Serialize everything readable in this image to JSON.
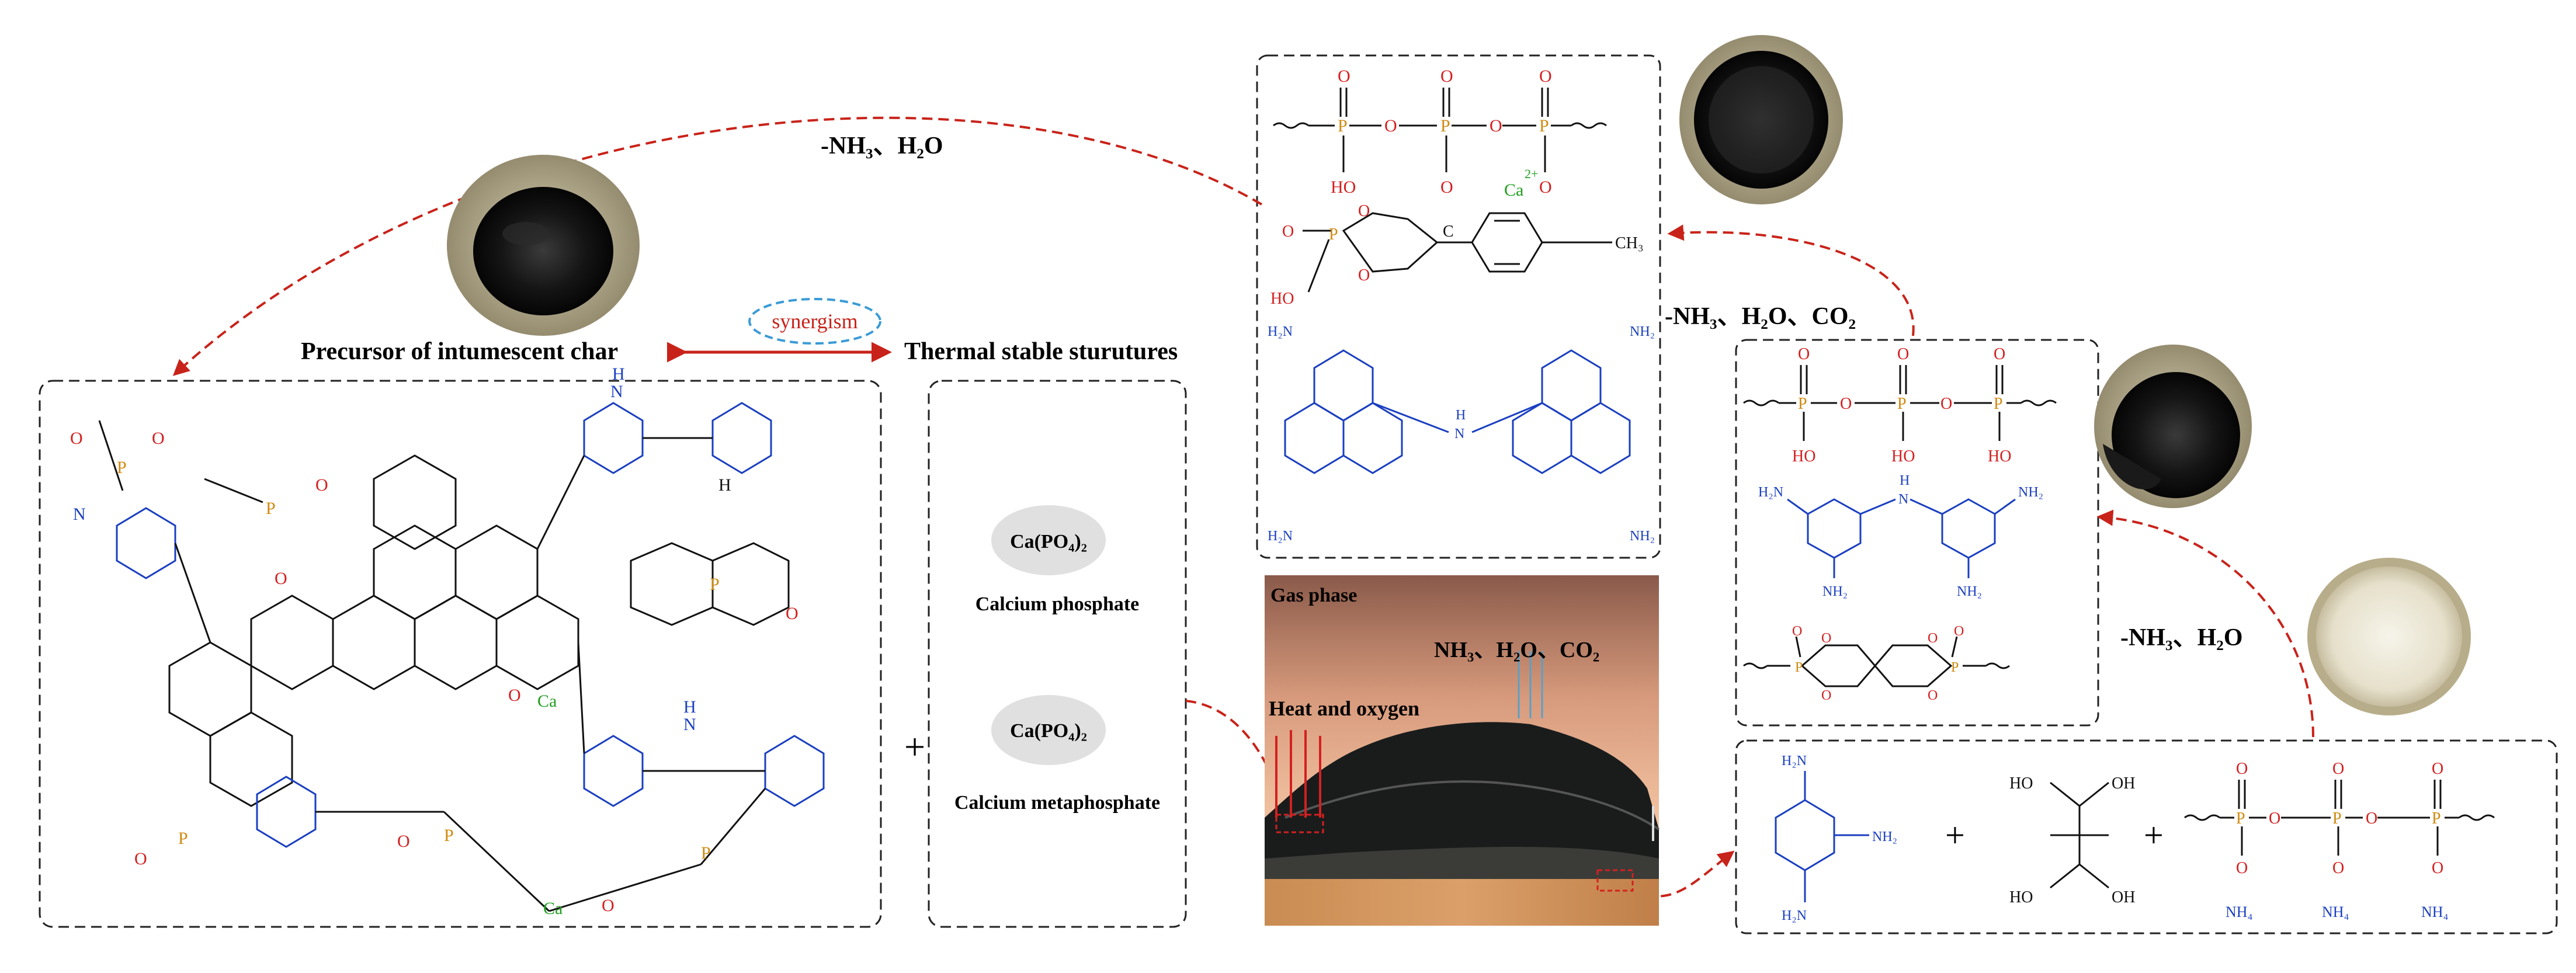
{
  "labels": {
    "top_release": "-NH₃、H₂O",
    "right_release_1": "-NH₃、H₂O、CO₂",
    "right_release_2": "-NH₃、H₂O",
    "precursor": "Precursor of intumescent char",
    "synergism": "synergism",
    "thermal": "Thermal stable sturutures",
    "calcium_phosphate_formula": "Ca(PO₄)₂",
    "calcium_phosphate": "Calcium phosphate",
    "calcium_metaphosphate_formula": "Ca(PO₄)₂",
    "calcium_metaphosphate": "Calcium metaphosphate",
    "gas_phase": "Gas phase",
    "gas_products": "NH₃、H₂O、CO₂",
    "heat_oxygen": "Heat and oxygen"
  },
  "chemistry": {
    "atom_O": "O",
    "atom_P": "P",
    "atom_N": "N",
    "atom_C": "C",
    "atom_H": "H",
    "atom_Ca": "Ca",
    "HO": "HO",
    "OH": "OH",
    "O_minus": "O",
    "ca_charge": "2+",
    "H2N": "H₂N",
    "NH2": "NH₂",
    "CH3": "CH₃",
    "NH4": "NH₄",
    "plus": "+"
  },
  "colors": {
    "oxygen": "#d42020",
    "phosphorus": "#d08a10",
    "nitrogen": "#1a3fc0",
    "calcium": "#20a020",
    "arrow": "#c8231a",
    "synergism_oval": "#3a9bd6"
  }
}
